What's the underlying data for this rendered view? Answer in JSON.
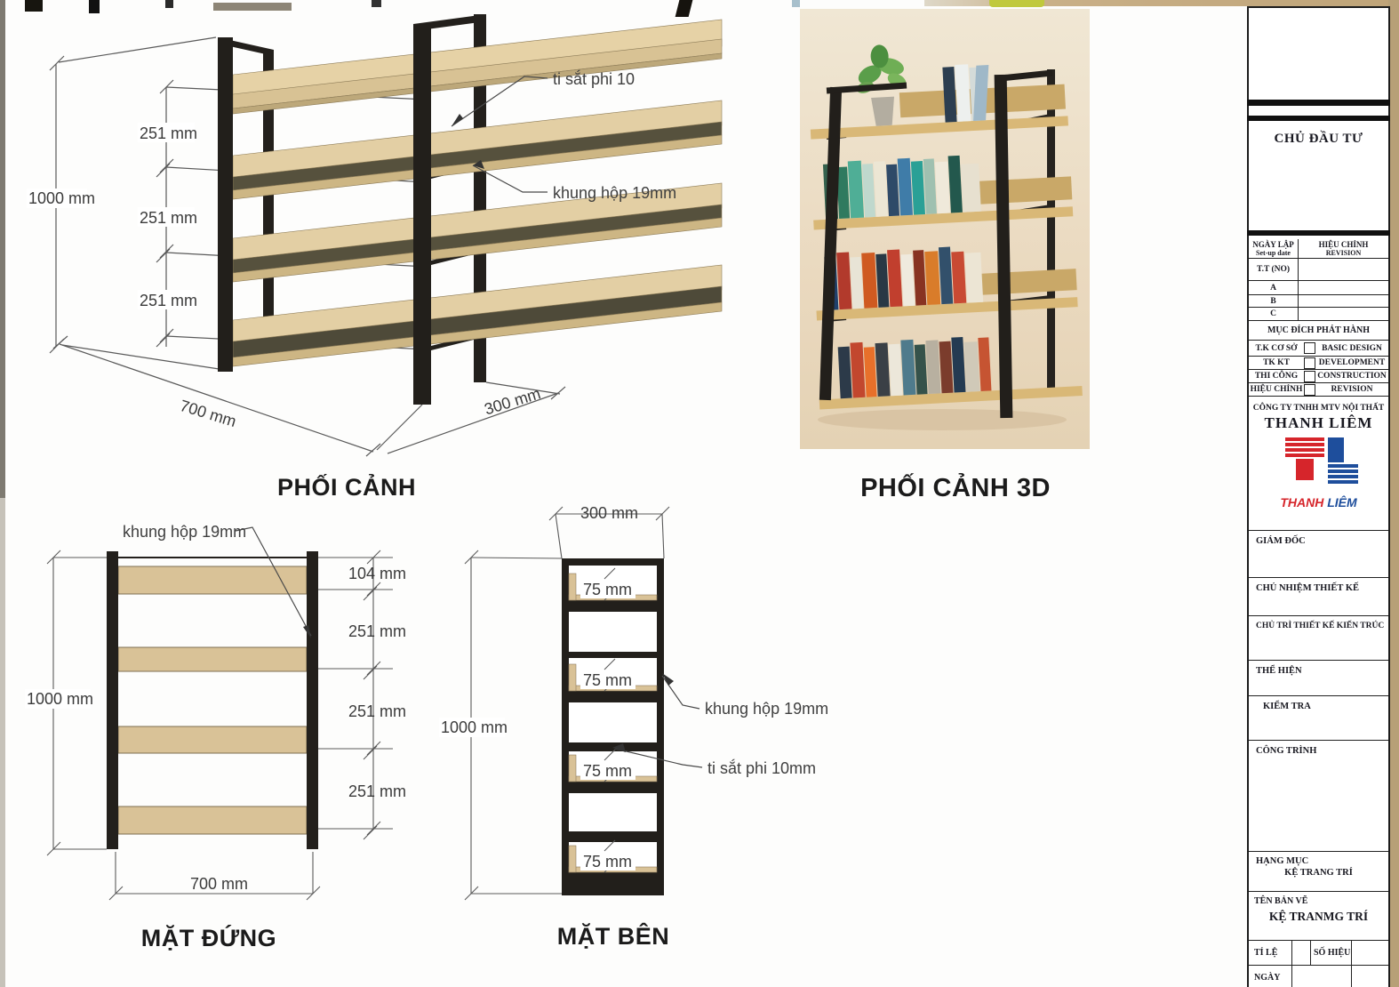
{
  "colors": {
    "logo_red": "#d6252b",
    "logo_blue": "#1e4e9c",
    "wood": "#dcc69a",
    "frame_black": "#221f1b",
    "page_edge_tan": "#b7a077"
  },
  "views": {
    "perspective": {
      "title": "PHỐI CẢNH",
      "total_height": "1000 mm",
      "shelf_gaps": [
        "251 mm",
        "251 mm",
        "251 mm"
      ],
      "width": "700 mm",
      "depth": "300 mm",
      "rod_label": "ti sắt phi 10",
      "frame_label": "khung hộp 19mm"
    },
    "render3d": {
      "title": "PHỐI CẢNH 3D"
    },
    "front": {
      "title": "MẶT ĐỨNG",
      "frame_label": "khung hộp 19mm",
      "total_height": "1000 mm",
      "right_dims": [
        "104 mm",
        "251 mm",
        "251 mm",
        "251 mm"
      ],
      "width": "700 mm"
    },
    "side": {
      "title": "MẶT BÊN",
      "depth": "300 mm",
      "total_height": "1000 mm",
      "shelf_dims": [
        "75 mm",
        "75 mm",
        "75 mm",
        "75 mm"
      ],
      "frame_label": "khung hộp 19mm",
      "rod_label": "ti sắt phi 10mm"
    }
  },
  "title_block": {
    "investor": "CHỦ ĐẦU TƯ",
    "revision_table": {
      "date_label": "NGÀY LẬP",
      "date_sub": "Set-up date",
      "rev_label": "HIỆU CHỈNH",
      "rev_sub": "REVISION",
      "tt_label": "T.T (NO)",
      "row_letters": [
        "A",
        "B",
        "C"
      ]
    },
    "purpose": {
      "header": "MỤC ĐÍCH PHÁT HÀNH",
      "rows": [
        {
          "vi": "T.K CƠ SỞ",
          "en": "BASIC DESIGN"
        },
        {
          "vi": "TK KT",
          "en": "DEVELOPMENT"
        },
        {
          "vi": "THI CÔNG",
          "en": "CONSTRUCTION"
        },
        {
          "vi": "HIỆU CHỈNH",
          "en": "REVISION"
        }
      ]
    },
    "company": {
      "line1": "CÔNG TY TNHH MTV NỘI THẤT",
      "name": "THANH LIÊM",
      "logo_word1": "THANH",
      "logo_word2": "LIÊM"
    },
    "signatures": [
      "GIÁM ĐỐC",
      "CHỦ NHIỆM THIẾT KẾ",
      "CHỦ TRÌ THIẾT KẾ KIẾN TRÚC",
      "THỂ HIỆN",
      "KIỂM TRA",
      "CÔNG TRÌNH"
    ],
    "category_label": "HẠNG MỤC",
    "category_value": "KỆ TRANG TRÍ",
    "drawing_label": "TÊN BẢN VẼ",
    "drawing_value": "KỆ TRANMG TRÍ",
    "scale_label": "TỈ LỆ",
    "number_label": "SỐ HIỆU",
    "date_label": "NGÀY"
  }
}
